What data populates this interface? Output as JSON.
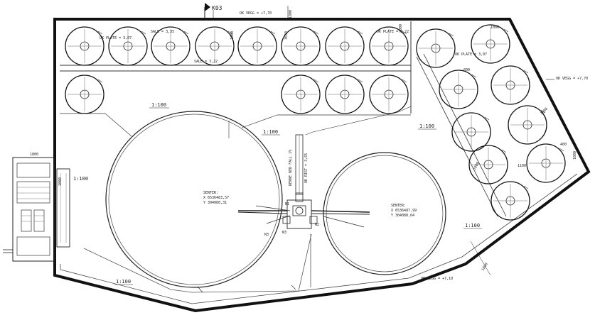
{
  "drawing": {
    "section_marker": "K03",
    "scale_labels": [
      "1:100",
      "1:100",
      "1:100",
      "1:100",
      "1:100",
      "1:100"
    ],
    "top_annotations": {
      "ok_vegg": "OK VEGG = +7,70",
      "dim_1800": "1800",
      "dim_1000": "1000"
    },
    "right_annotation": "OK VEGG = +7,70",
    "bottom_annotation": "OK VEGG = +7,10",
    "tank_labels": {
      "ok_plate_1": "OK PLATE = 3,07",
      "sale_1": "SALE = 3,35",
      "sale_2": "SALE = 3,22",
      "ok_plate_2": "OK PLATE = 3,22",
      "ok_plate_3": "OK PLATE = 3,07",
      "dim_1000_right": "1000",
      "dim_3650": "3650",
      "dim_800": "800",
      "dim_3000": "3000",
      "dim_1800_right": "1800",
      "dim_1100": "1100",
      "dim_2000": "2000",
      "dim_1000_b": "1000"
    },
    "center_pipe_label": "RENNE NED FALL 1%",
    "center_pipe_level": "OK RIST = 3,65",
    "basin_left": {
      "label": "SENTER:",
      "x": "X 6536483,57",
      "y": "Y 304080,31"
    },
    "basin_right": {
      "label": "SENTER:",
      "x": "X 6536487,99",
      "y": "Y 304080,04"
    },
    "valve_labels": [
      "N1",
      "N2",
      "N3",
      "N3"
    ],
    "building_labels": [
      "1800",
      "1000"
    ],
    "dim_bottom_right": "1800",
    "dim_right_400": "400"
  }
}
